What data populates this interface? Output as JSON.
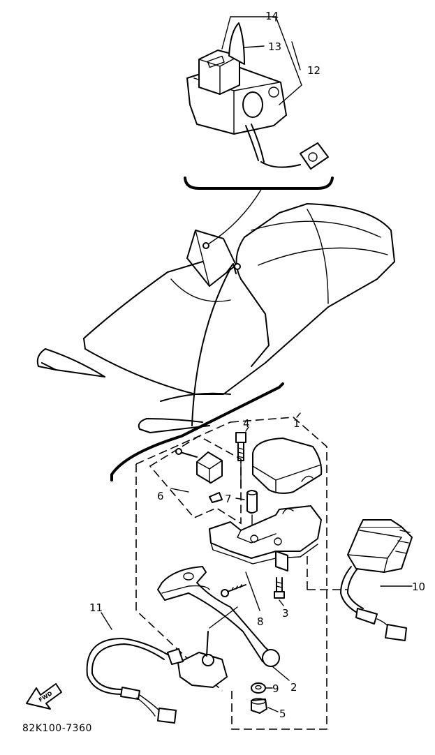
{
  "callouts": {
    "c1": "1",
    "c2": "2",
    "c3": "3",
    "c4": "4",
    "c5": "5",
    "c6": "6",
    "c7": "7",
    "c8": "8",
    "c9": "9",
    "c10": "10",
    "c11": "11",
    "c12": "12",
    "c13": "13",
    "c14": "14"
  },
  "forward_label": "FWD",
  "drawing_code": "82K100-7360"
}
